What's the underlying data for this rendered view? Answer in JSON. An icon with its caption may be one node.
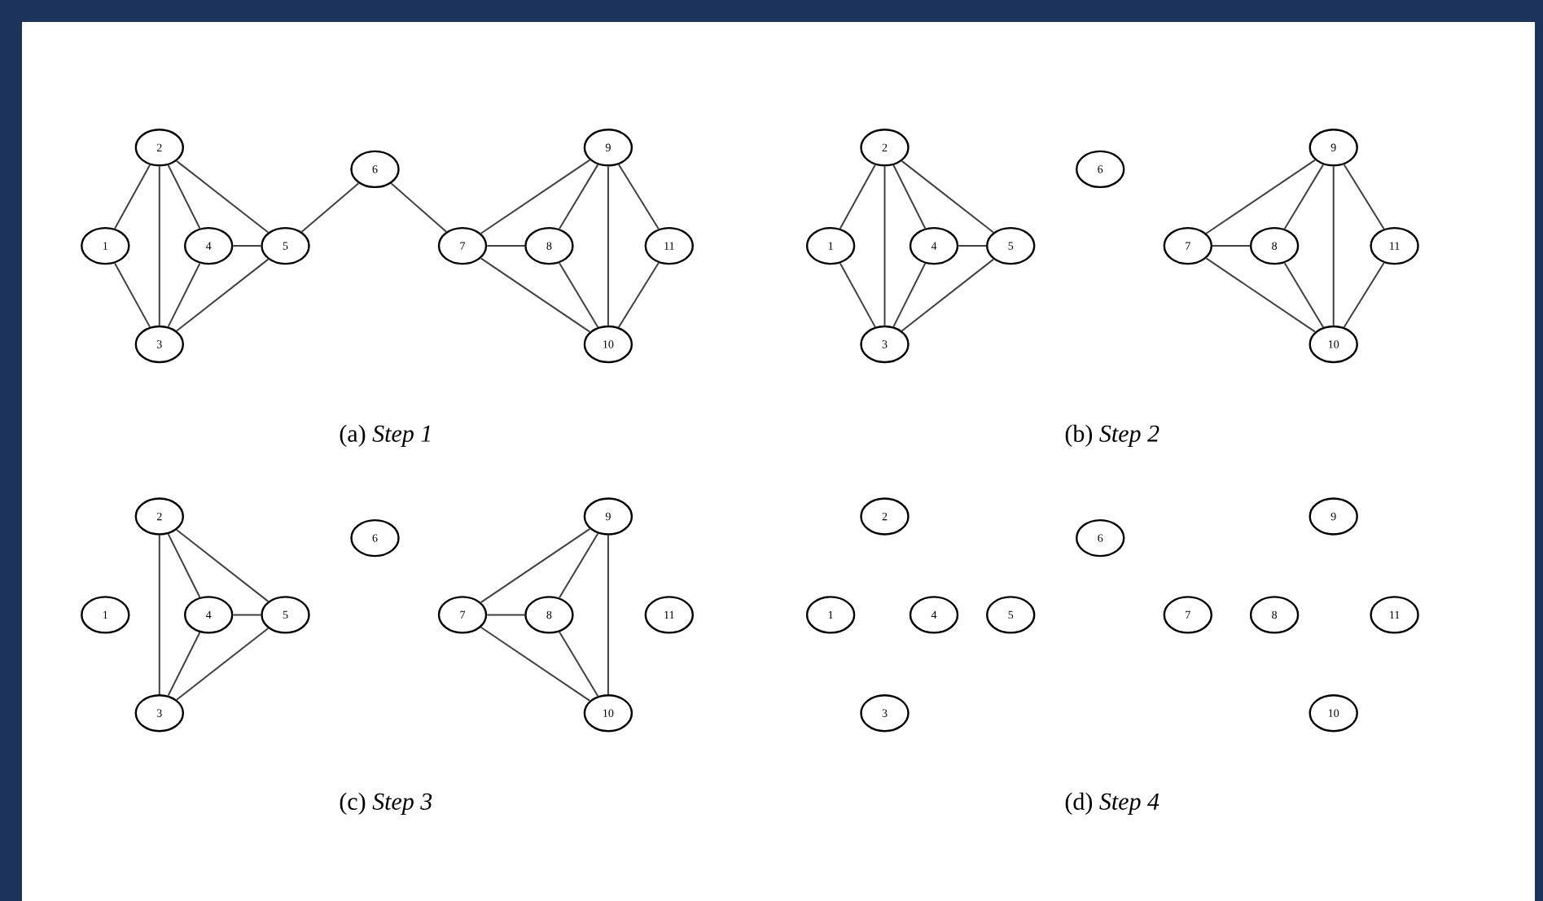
{
  "diagram": {
    "nodes": [
      {
        "text": [
          "1"
        ]
      },
      {
        "text": [
          "2"
        ]
      },
      {
        "text": [
          "3"
        ]
      },
      {
        "text": [
          "4"
        ]
      },
      {
        "text": [
          "5"
        ]
      },
      {
        "text": [
          "6"
        ]
      },
      {
        "text": [
          "7"
        ]
      },
      {
        "text": [
          "8"
        ]
      },
      {
        "text": [
          "9"
        ]
      },
      {
        "text": [
          "10"
        ]
      },
      {
        "text": [
          "11"
        ]
      },
      {
        "text": [
          "1"
        ]
      },
      {
        "text": [
          "2"
        ]
      },
      {
        "text": [
          "3"
        ]
      },
      {
        "text": [
          "4"
        ]
      },
      {
        "text": [
          "5"
        ]
      },
      {
        "text": [
          "6"
        ]
      },
      {
        "text": [
          "7"
        ]
      },
      {
        "text": [
          "8"
        ]
      },
      {
        "text": [
          "9"
        ]
      },
      {
        "text": [
          "10"
        ]
      },
      {
        "text": [
          "11"
        ]
      },
      {
        "text": [
          "1"
        ]
      },
      {
        "text": [
          "2"
        ]
      },
      {
        "text": [
          "3"
        ]
      },
      {
        "text": [
          "4"
        ]
      },
      {
        "text": [
          "5"
        ]
      },
      {
        "text": [
          "6"
        ]
      },
      {
        "text": [
          "7"
        ]
      },
      {
        "text": [
          "8"
        ]
      },
      {
        "text": [
          "9"
        ]
      },
      {
        "text": [
          "10"
        ]
      },
      {
        "text": [
          "11"
        ]
      },
      {
        "text": [
          "1"
        ]
      },
      {
        "text": [
          "2"
        ]
      },
      {
        "text": [
          "3"
        ]
      },
      {
        "text": [
          "4"
        ]
      },
      {
        "text": [
          "5"
        ]
      },
      {
        "text": [
          "6"
        ]
      },
      {
        "text": [
          "7"
        ]
      },
      {
        "text": [
          "8"
        ]
      },
      {
        "text": [
          "9"
        ]
      },
      {
        "text": [
          "10"
        ]
      },
      {
        "text": [
          "11"
        ]
      }
    ],
    "edges": [
      {
        "from": 0,
        "to": 1,
        "arrow": "none"
      },
      {
        "from": 0,
        "to": 2,
        "arrow": "none"
      },
      {
        "from": 1,
        "to": 2,
        "arrow": "none"
      },
      {
        "from": 1,
        "to": 3,
        "arrow": "none"
      },
      {
        "from": 1,
        "to": 4,
        "arrow": "none"
      },
      {
        "from": 3,
        "to": 4,
        "arrow": "none"
      },
      {
        "from": 2,
        "to": 3,
        "arrow": "none"
      },
      {
        "from": 2,
        "to": 4,
        "arrow": "none"
      },
      {
        "from": 4,
        "to": 5,
        "arrow": "none"
      },
      {
        "from": 5,
        "to": 6,
        "arrow": "none"
      },
      {
        "from": 6,
        "to": 8,
        "arrow": "none"
      },
      {
        "from": 6,
        "to": 7,
        "arrow": "none"
      },
      {
        "from": 6,
        "to": 9,
        "arrow": "none"
      },
      {
        "from": 7,
        "to": 8,
        "arrow": "none"
      },
      {
        "from": 7,
        "to": 9,
        "arrow": "none"
      },
      {
        "from": 8,
        "to": 9,
        "arrow": "none"
      },
      {
        "from": 8,
        "to": 10,
        "arrow": "none"
      },
      {
        "from": 9,
        "to": 10,
        "arrow": "none"
      },
      {
        "from": 11,
        "to": 12,
        "arrow": "none"
      },
      {
        "from": 11,
        "to": 13,
        "arrow": "none"
      },
      {
        "from": 12,
        "to": 13,
        "arrow": "none"
      },
      {
        "from": 12,
        "to": 14,
        "arrow": "none"
      },
      {
        "from": 12,
        "to": 15,
        "arrow": "none"
      },
      {
        "from": 14,
        "to": 15,
        "arrow": "none"
      },
      {
        "from": 13,
        "to": 14,
        "arrow": "none"
      },
      {
        "from": 13,
        "to": 15,
        "arrow": "none"
      },
      {
        "from": 17,
        "to": 19,
        "arrow": "none"
      },
      {
        "from": 17,
        "to": 18,
        "arrow": "none"
      },
      {
        "from": 17,
        "to": 20,
        "arrow": "none"
      },
      {
        "from": 18,
        "to": 19,
        "arrow": "none"
      },
      {
        "from": 18,
        "to": 20,
        "arrow": "none"
      },
      {
        "from": 19,
        "to": 20,
        "arrow": "none"
      },
      {
        "from": 19,
        "to": 21,
        "arrow": "none"
      },
      {
        "from": 20,
        "to": 21,
        "arrow": "none"
      },
      {
        "from": 23,
        "to": 24,
        "arrow": "none"
      },
      {
        "from": 23,
        "to": 25,
        "arrow": "none"
      },
      {
        "from": 23,
        "to": 26,
        "arrow": "none"
      },
      {
        "from": 25,
        "to": 26,
        "arrow": "none"
      },
      {
        "from": 24,
        "to": 25,
        "arrow": "none"
      },
      {
        "from": 24,
        "to": 26,
        "arrow": "none"
      },
      {
        "from": 28,
        "to": 30,
        "arrow": "none"
      },
      {
        "from": 28,
        "to": 29,
        "arrow": "none"
      },
      {
        "from": 28,
        "to": 31,
        "arrow": "none"
      },
      {
        "from": 29,
        "to": 30,
        "arrow": "none"
      },
      {
        "from": 29,
        "to": 31,
        "arrow": "none"
      },
      {
        "from": 30,
        "to": 31,
        "arrow": "none"
      }
    ],
    "labels": [
      "(a) *Step 1*",
      "(b) *Step 2*",
      "(c) *Step 3*",
      "(d) *Step 4*"
    ]
  }
}
